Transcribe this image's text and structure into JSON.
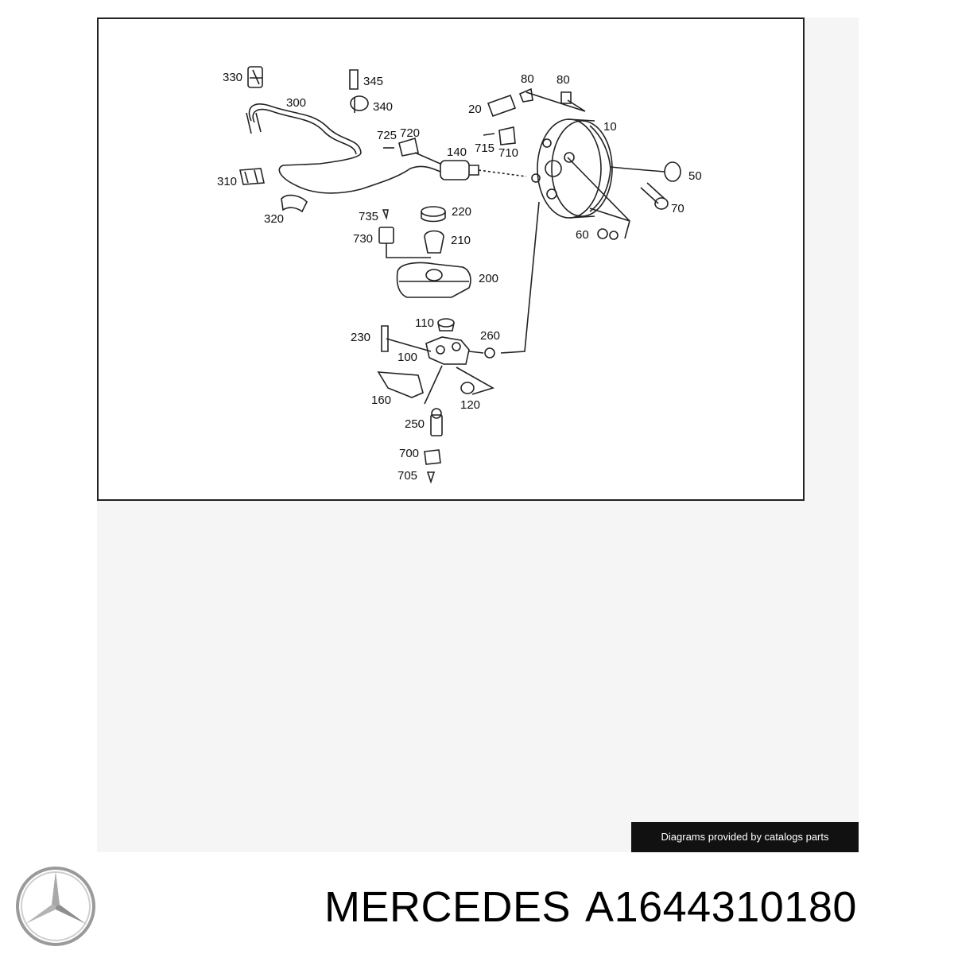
{
  "diagram": {
    "callouts": [
      "330",
      "345",
      "300",
      "340",
      "80",
      "80",
      "20",
      "10",
      "725",
      "720",
      "140",
      "715",
      "710",
      "310",
      "50",
      "70",
      "320",
      "735",
      "220",
      "730",
      "210",
      "60",
      "200",
      "110",
      "260",
      "230",
      "100",
      "160",
      "120",
      "250",
      "700",
      "705"
    ]
  },
  "credit": "Diagrams provided by catalogs parts",
  "product": {
    "brand": "MERCEDES",
    "part_number": "A1644310180"
  },
  "logo_icon": "mercedes-star-icon"
}
